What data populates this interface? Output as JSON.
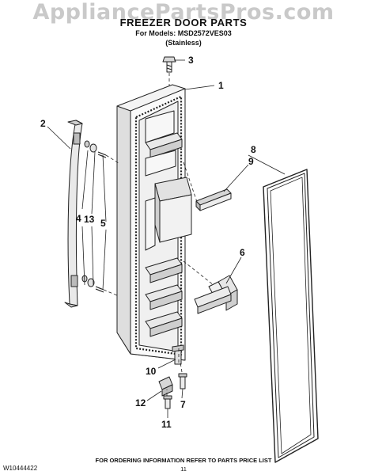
{
  "watermark": "AppliancePartsPros.com",
  "title": "FREEZER DOOR PARTS",
  "models_line": "For Models: MSD2572VES03",
  "variant": "(Stainless)",
  "callouts": [
    "1",
    "2",
    "3",
    "4",
    "5",
    "6",
    "7",
    "8",
    "9",
    "10",
    "11",
    "12",
    "13"
  ],
  "footer": {
    "doc_number": "W10444422",
    "ordering_info": "FOR ORDERING INFORMATION REFER TO PARTS PRICE LIST",
    "page_number": "11"
  }
}
